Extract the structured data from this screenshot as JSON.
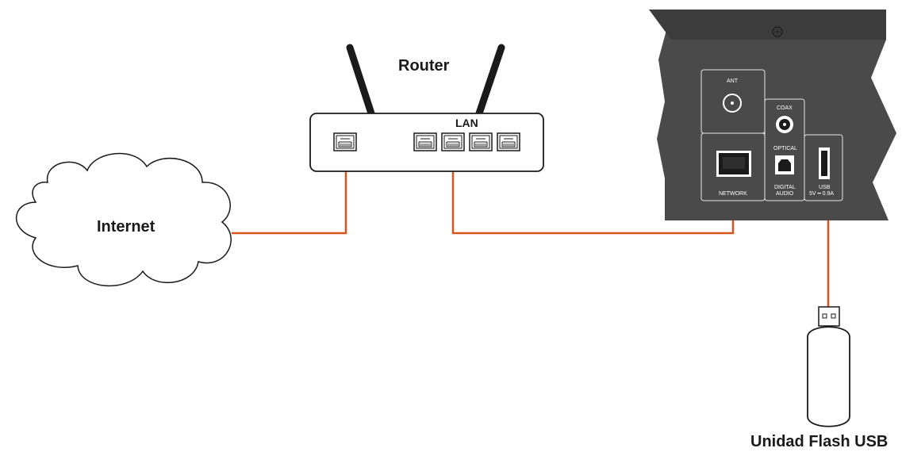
{
  "labels": {
    "router": "Router",
    "lan": "LAN",
    "internet": "Internet",
    "usb_drive": "Unidad Flash USB"
  },
  "device_panel": {
    "ant": "ANT",
    "coax": "COAX",
    "optical": "OPTICAL",
    "digital_audio_line1": "DIGITAL",
    "digital_audio_line2": "AUDIO",
    "network": "NETWORK",
    "usb_line1": "USB",
    "usb_line2": "5V ━ 0.9A"
  },
  "colors": {
    "cable": "#d4561c",
    "device_body": "#4a4a4a",
    "outline": "#1a1a1a"
  }
}
